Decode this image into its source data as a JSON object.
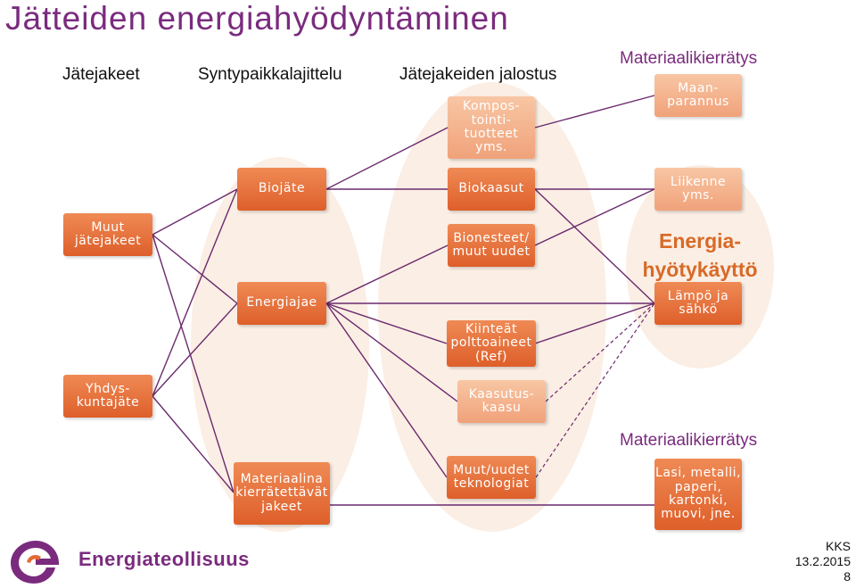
{
  "title": "Jätteiden energiahyödyntäminen",
  "columns": {
    "waste_fractions": "Jätejakeet",
    "source_sorting": "Syntypaikkalajittelu",
    "refining": "Jätejakeiden jalostus",
    "material_recycling_top": "Materiaalikierrätys",
    "material_recycling_bottom": "Materiaalikierrätys"
  },
  "nodes": {
    "muut_jatejakeet": "Muut\njätejakeet",
    "yhdyskuntajate": "Yhdys-\nkuntajäte",
    "biojate": "Biojäte",
    "energiajae": "Energiajae",
    "materiaalina": "Materiaalina\nkierrätettävät\njakeet",
    "kompostointi": "Kompos-\ntointi-\ntuotteet\nyms.",
    "biokaasut": "Biokaasut",
    "bionesteet": "Bionesteet/\nmuut uudet",
    "kiinteat": "Kiinteät\npolttoaineet\n(Ref)",
    "kaasutuskaasu": "Kaasutus-\nkaasu",
    "muut_uudet": "Muut/uudet\nteknologiat",
    "maanparannus": "Maan-\nparannus",
    "liikenne": "Liikenne\nyms.",
    "lampo": "Lämpö ja\nsähkö",
    "lasi": "Lasi, metalli,\npaperi,\nkartonki,\nmuovi, jne."
  },
  "energia_label": "Energia-\nhyötykäyttö",
  "footer": {
    "author": "KKS",
    "date": "13.2.2015",
    "page": "8"
  },
  "logo": {
    "name": "Energiateollisuus"
  },
  "colors": {
    "title": "#7a2b7e",
    "line": "#6b2a6e",
    "box_dark": "#e36a33",
    "box_pale": "#f4b08c",
    "oval": "#fbeee4",
    "energia": "#d86a27"
  }
}
